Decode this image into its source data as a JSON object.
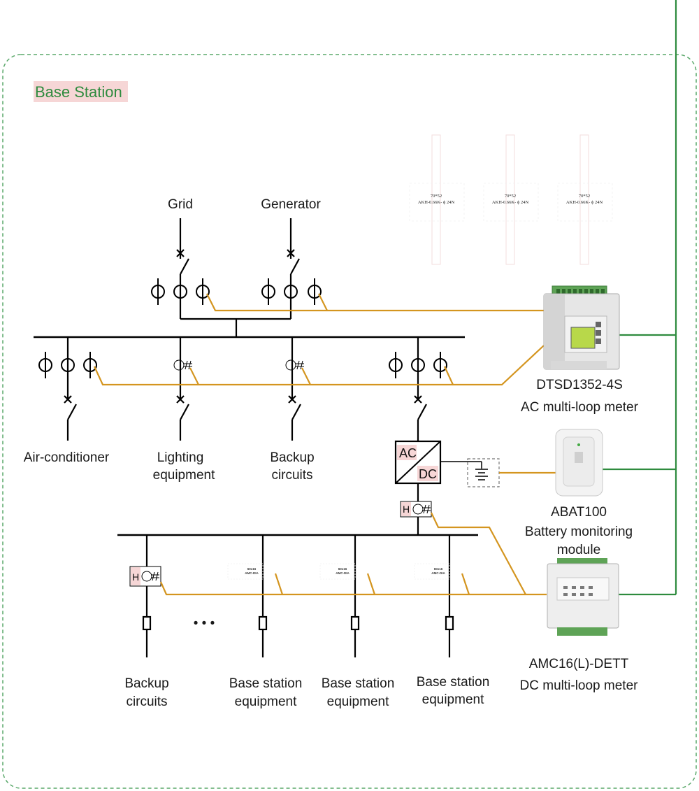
{
  "title": "Base Station",
  "sources": {
    "grid": "Grid",
    "generator": "Generator"
  },
  "loads": {
    "air_conditioner": "Air-conditioner",
    "lighting": [
      "Lighting",
      "equipment"
    ],
    "backup_ac": [
      "Backup",
      "circuits"
    ],
    "backup_dc": [
      "Backup",
      "circuits"
    ],
    "base_station": [
      "Base station",
      "equipment"
    ]
  },
  "converter": {
    "ac": "AC",
    "dc": "DC"
  },
  "sensor_letter": "H",
  "ellipsis": "• • •",
  "ct_spec": {
    "line1": "70*52",
    "line2": "AKH-0.66K- ϕ 24N"
  },
  "dc_sensor_spec": {
    "line1": "60x16",
    "line2": "AMC-DIA"
  },
  "devices": {
    "dtsd": {
      "model": "DTSD1352-4S",
      "desc": "AC multi-loop meter"
    },
    "abat": {
      "model": "ABAT100",
      "desc1": "Battery monitoring",
      "desc2": "module"
    },
    "amc": {
      "model": "AMC16(L)-DETT",
      "desc": "DC multi-loop meter"
    }
  },
  "colors": {
    "wire_orange": "#d4951f",
    "comm_green": "#2e8b3e",
    "border_green": "#5aa86a",
    "title_bg": "#f6d6d6",
    "label_bg": "#f6d6d6"
  }
}
